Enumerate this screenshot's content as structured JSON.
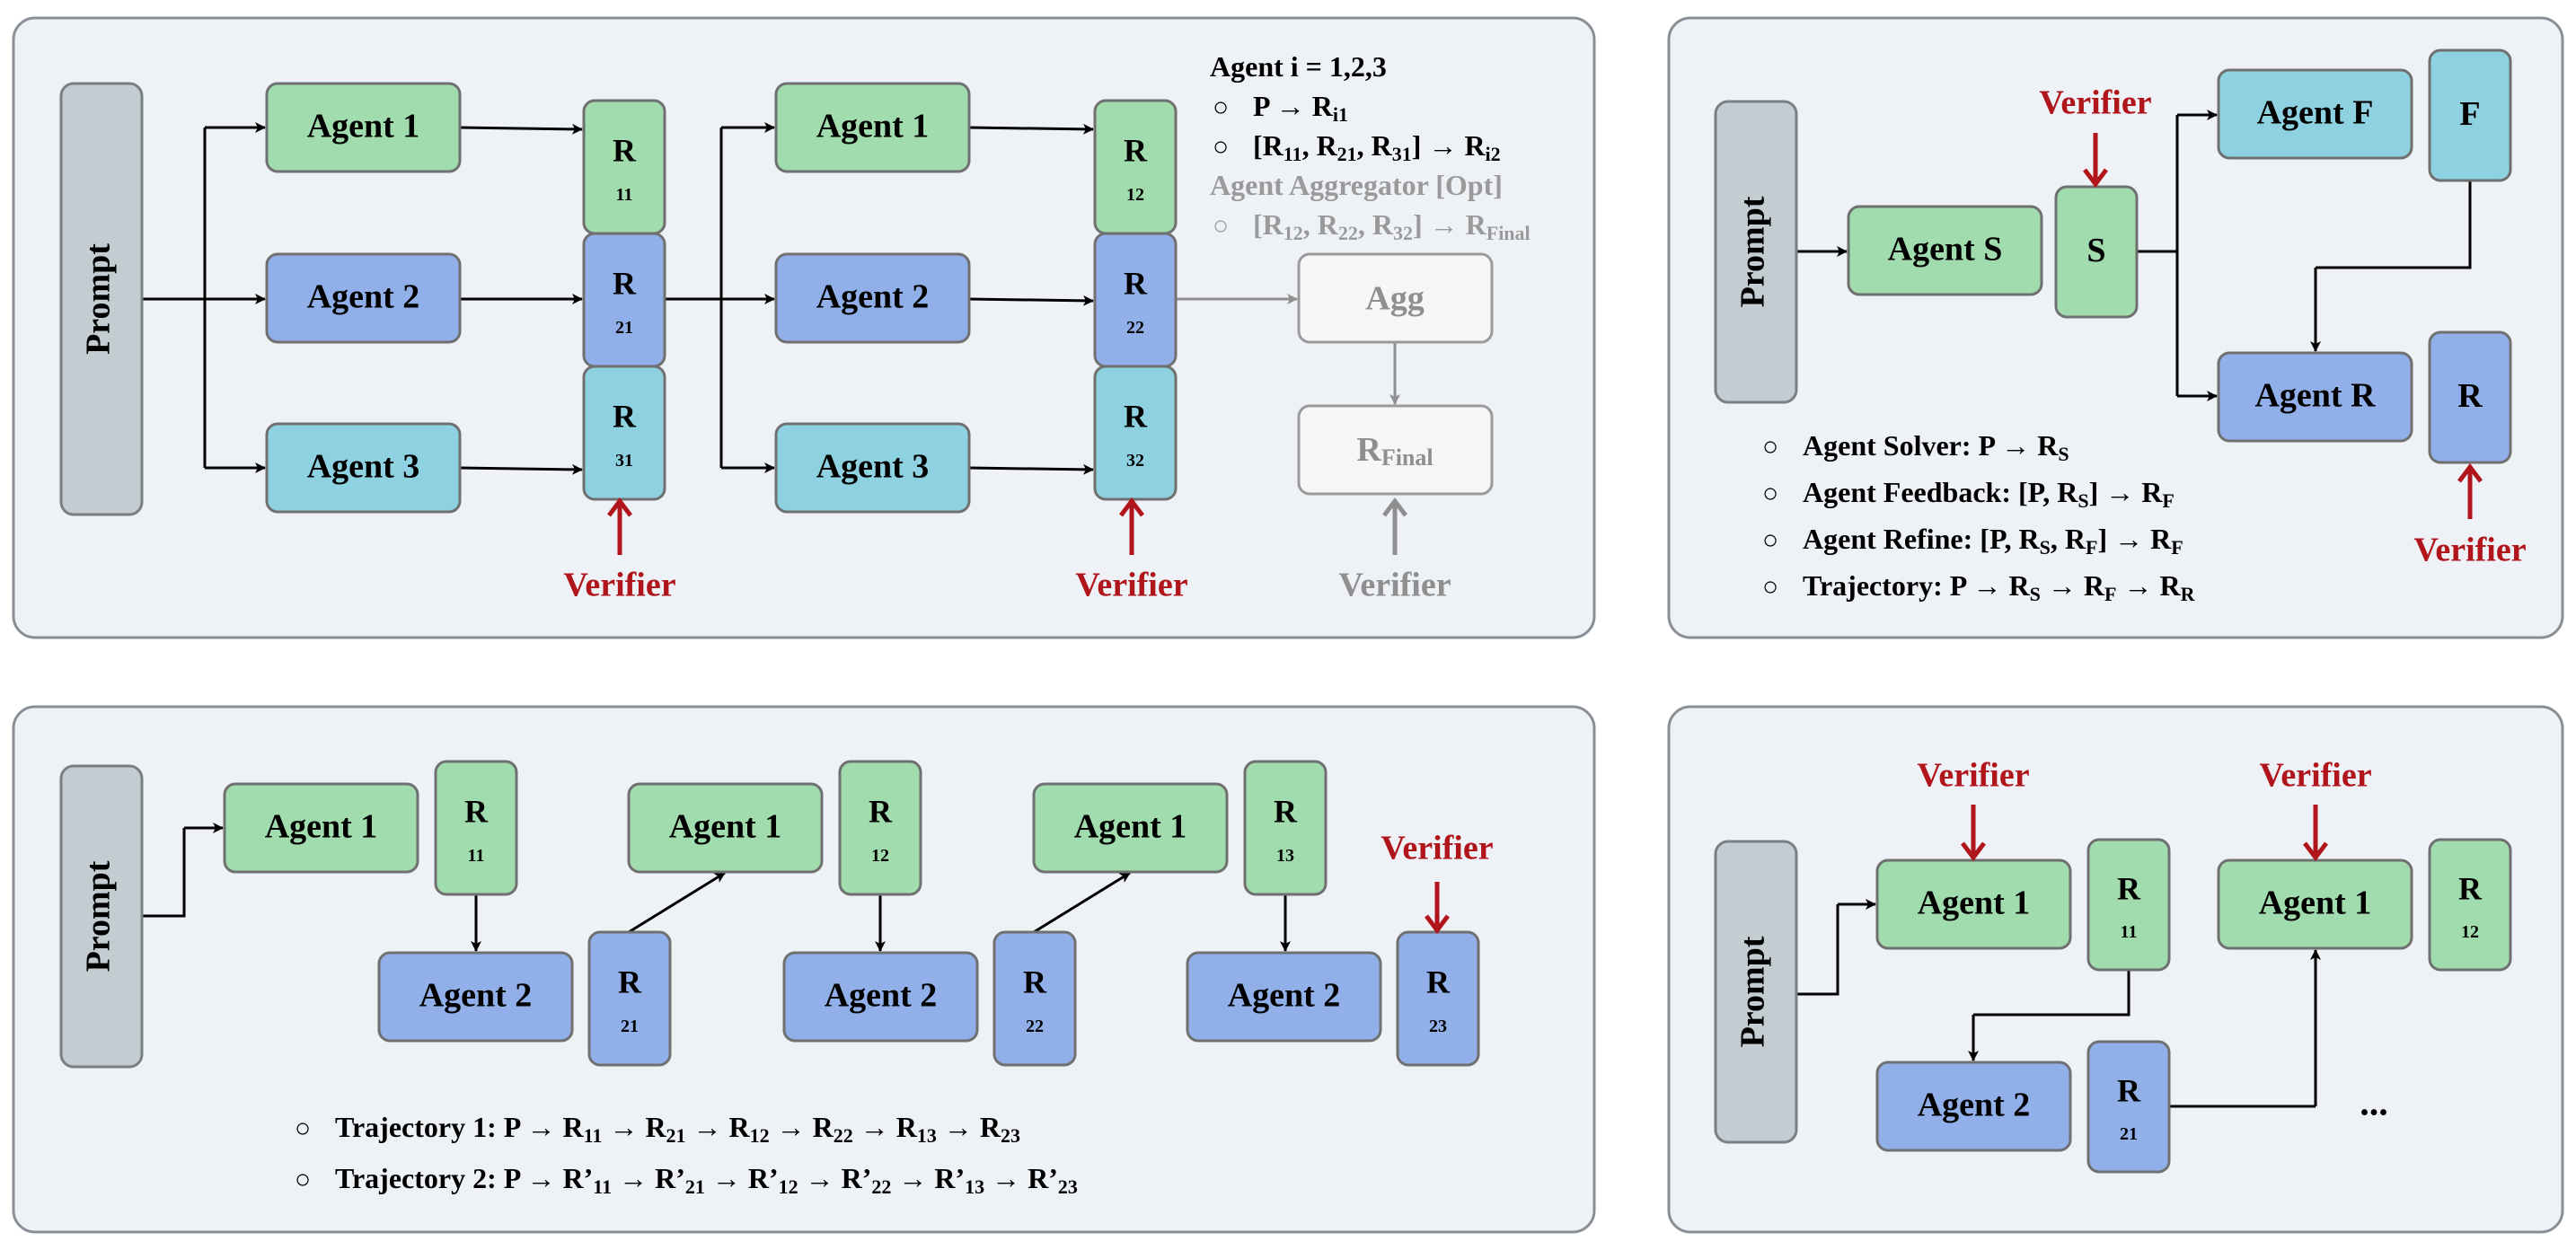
{
  "colors": {
    "panel_bg": "#eef1f5",
    "panel_stroke": "#8a8f96",
    "prompt": "#c3ccd1",
    "green": "#a0dcad",
    "blue": "#91b0ea",
    "cyan": "#8ed2e1",
    "agg": "#f4f6f8",
    "gray_text": "#9a9a9a",
    "verifier": "#b0151c",
    "arrow": "#000000"
  },
  "labels": {
    "prompt": "Prompt",
    "verifier": "Verifier",
    "agent1": "Agent 1",
    "agent2": "Agent 2",
    "agent3": "Agent 3",
    "agent_s": "Agent S",
    "agent_f": "Agent F",
    "agent_r": "Agent R",
    "agg": "Agg",
    "r": "R",
    "s": "S",
    "f": "F",
    "final_sub": "Final",
    "ellipsis": "...",
    "sub_11": "11",
    "sub_12": "12",
    "sub_13": "13",
    "sub_21": "21",
    "sub_22": "22",
    "sub_23": "23",
    "sub_31": "31",
    "sub_32": "32"
  },
  "panel_tl": {
    "legend": [
      {
        "bullet": "",
        "parts": [
          [
            "Agent i = 1,2,3",
            ""
          ]
        ],
        "gray": false
      },
      {
        "bullet": "○",
        "parts": [
          [
            "P → R",
            ""
          ],
          [
            "i1",
            "sub"
          ]
        ],
        "gray": false
      },
      {
        "bullet": "○",
        "parts": [
          [
            "[R",
            ""
          ],
          [
            "11",
            "sub"
          ],
          [
            ", R",
            ""
          ],
          [
            "21",
            "sub"
          ],
          [
            ", R",
            ""
          ],
          [
            "31",
            "sub"
          ],
          [
            "] → R",
            ""
          ],
          [
            "i2",
            "sub"
          ]
        ],
        "gray": false
      },
      {
        "bullet": "",
        "parts": [
          [
            "Agent Aggregator [Opt]",
            ""
          ]
        ],
        "gray": true
      },
      {
        "bullet": "○",
        "parts": [
          [
            "[R",
            ""
          ],
          [
            "12",
            "sub"
          ],
          [
            ", R",
            ""
          ],
          [
            "22",
            "sub"
          ],
          [
            ", R",
            ""
          ],
          [
            "32",
            "sub"
          ],
          [
            "] → R",
            ""
          ],
          [
            "Final",
            "sub"
          ]
        ],
        "gray": true
      }
    ]
  },
  "panel_tr": {
    "legend": [
      {
        "bullet": "○",
        "parts": [
          [
            "Agent Solver: P → R",
            ""
          ],
          [
            "S",
            "sub"
          ]
        ],
        "gray": false
      },
      {
        "bullet": "○",
        "parts": [
          [
            "Agent Feedback: [P, R",
            ""
          ],
          [
            "S",
            "sub"
          ],
          [
            "] → R",
            ""
          ],
          [
            "F",
            "sub"
          ]
        ],
        "gray": false
      },
      {
        "bullet": "○",
        "parts": [
          [
            "Agent Refine: [P, R",
            ""
          ],
          [
            "S",
            "sub"
          ],
          [
            ", R",
            ""
          ],
          [
            "F",
            "sub"
          ],
          [
            "] → R",
            ""
          ],
          [
            "F",
            "sub"
          ]
        ],
        "gray": false
      },
      {
        "bullet": "○",
        "parts": [
          [
            "Trajectory: P → R",
            ""
          ],
          [
            "S",
            "sub"
          ],
          [
            " → R",
            ""
          ],
          [
            "F",
            "sub"
          ],
          [
            " → R",
            ""
          ],
          [
            "R",
            "sub"
          ]
        ],
        "gray": false
      }
    ]
  },
  "panel_bl": {
    "legend": [
      {
        "bullet": "○",
        "parts": [
          [
            "Trajectory 1: P → R",
            ""
          ],
          [
            "11",
            "sub"
          ],
          [
            " → R",
            ""
          ],
          [
            "21",
            "sub"
          ],
          [
            " → R",
            ""
          ],
          [
            "12",
            "sub"
          ],
          [
            " → R",
            ""
          ],
          [
            "22",
            "sub"
          ],
          [
            " → R",
            ""
          ],
          [
            "13",
            "sub"
          ],
          [
            " → R",
            ""
          ],
          [
            "23",
            "sub"
          ]
        ],
        "gray": false
      },
      {
        "bullet": "○",
        "parts": [
          [
            "Trajectory 2: P → R’",
            ""
          ],
          [
            "11",
            "sub"
          ],
          [
            " → R’",
            ""
          ],
          [
            "21",
            "sub"
          ],
          [
            " → R’",
            ""
          ],
          [
            "12",
            "sub"
          ],
          [
            " → R’",
            ""
          ],
          [
            "22",
            "sub"
          ],
          [
            " → R’",
            ""
          ],
          [
            "13",
            "sub"
          ],
          [
            " → R’",
            ""
          ],
          [
            "23",
            "sub"
          ]
        ],
        "gray": false
      }
    ]
  }
}
